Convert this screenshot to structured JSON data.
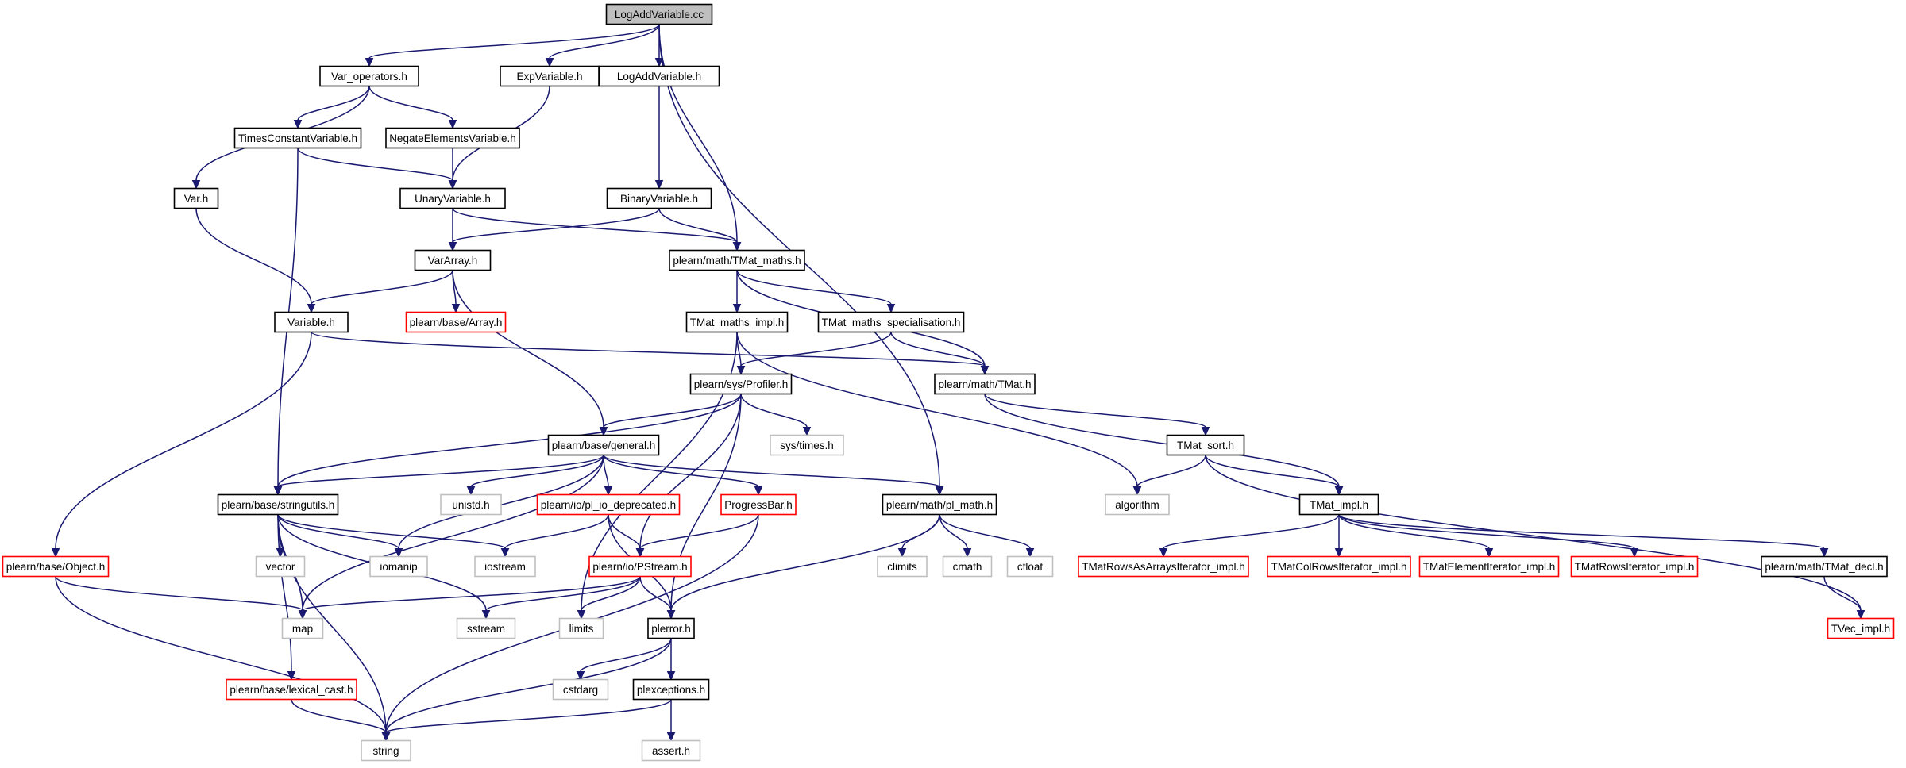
{
  "colors": {
    "edge": "#191970",
    "border_normal": "#000000",
    "border_red": "#ff0000",
    "border_gray": "#bfbfbf",
    "fill_root": "#bfbfbf",
    "fill": "#ffffff"
  },
  "nodes": [
    {
      "id": "n0",
      "label": "LogAddVariable.cc",
      "style": "root"
    },
    {
      "id": "n1",
      "label": "Var_operators.h",
      "style": "normal"
    },
    {
      "id": "n2",
      "label": "ExpVariable.h",
      "style": "normal"
    },
    {
      "id": "n3",
      "label": "LogAddVariable.h",
      "style": "normal"
    },
    {
      "id": "n4",
      "label": "TimesConstantVariable.h",
      "style": "normal"
    },
    {
      "id": "n5",
      "label": "NegateElementsVariable.h",
      "style": "normal"
    },
    {
      "id": "n6",
      "label": "Var.h",
      "style": "normal"
    },
    {
      "id": "n7",
      "label": "UnaryVariable.h",
      "style": "normal"
    },
    {
      "id": "n8",
      "label": "BinaryVariable.h",
      "style": "normal"
    },
    {
      "id": "n9",
      "label": "VarArray.h",
      "style": "normal"
    },
    {
      "id": "n10",
      "label": "plearn/math/TMat_maths.h",
      "style": "normal"
    },
    {
      "id": "n11",
      "label": "Variable.h",
      "style": "normal"
    },
    {
      "id": "n12",
      "label": "plearn/base/Array.h",
      "style": "red"
    },
    {
      "id": "n13",
      "label": "TMat_maths_impl.h",
      "style": "normal"
    },
    {
      "id": "n14",
      "label": "TMat_maths_specialisation.h",
      "style": "normal"
    },
    {
      "id": "n15",
      "label": "plearn/sys/Profiler.h",
      "style": "normal"
    },
    {
      "id": "n16",
      "label": "plearn/math/TMat.h",
      "style": "normal"
    },
    {
      "id": "n17",
      "label": "sys/times.h",
      "style": "gray"
    },
    {
      "id": "n18",
      "label": "plearn/base/general.h",
      "style": "normal"
    },
    {
      "id": "n19",
      "label": "TMat_sort.h",
      "style": "normal"
    },
    {
      "id": "n20",
      "label": "plearn/base/stringutils.h",
      "style": "normal"
    },
    {
      "id": "n21",
      "label": "unistd.h",
      "style": "gray"
    },
    {
      "id": "n22",
      "label": "plearn/io/pl_io_deprecated.h",
      "style": "red"
    },
    {
      "id": "n23",
      "label": "ProgressBar.h",
      "style": "red"
    },
    {
      "id": "n24",
      "label": "plearn/math/pl_math.h",
      "style": "normal"
    },
    {
      "id": "n25",
      "label": "algorithm",
      "style": "gray"
    },
    {
      "id": "n26",
      "label": "TMat_impl.h",
      "style": "normal"
    },
    {
      "id": "n27",
      "label": "plearn/base/Object.h",
      "style": "red"
    },
    {
      "id": "n28",
      "label": "vector",
      "style": "gray"
    },
    {
      "id": "n29",
      "label": "iomanip",
      "style": "gray"
    },
    {
      "id": "n30",
      "label": "iostream",
      "style": "gray"
    },
    {
      "id": "n31",
      "label": "plearn/io/PStream.h",
      "style": "red"
    },
    {
      "id": "n32",
      "label": "climits",
      "style": "gray"
    },
    {
      "id": "n33",
      "label": "cmath",
      "style": "gray"
    },
    {
      "id": "n34",
      "label": "cfloat",
      "style": "gray"
    },
    {
      "id": "n35",
      "label": "TMatRowsAsArraysIterator_impl.h",
      "style": "red"
    },
    {
      "id": "n36",
      "label": "TMatColRowsIterator_impl.h",
      "style": "red"
    },
    {
      "id": "n37",
      "label": "TMatElementIterator_impl.h",
      "style": "red"
    },
    {
      "id": "n38",
      "label": "TMatRowsIterator_impl.h",
      "style": "red"
    },
    {
      "id": "n39",
      "label": "plearn/math/TMat_decl.h",
      "style": "normal"
    },
    {
      "id": "n40",
      "label": "map",
      "style": "gray"
    },
    {
      "id": "n41",
      "label": "sstream",
      "style": "gray"
    },
    {
      "id": "n42",
      "label": "limits",
      "style": "gray"
    },
    {
      "id": "n43",
      "label": "plerror.h",
      "style": "normal"
    },
    {
      "id": "n44",
      "label": "TVec_impl.h",
      "style": "red"
    },
    {
      "id": "n45",
      "label": "cstdarg",
      "style": "gray"
    },
    {
      "id": "n46",
      "label": "plexceptions.h",
      "style": "normal"
    },
    {
      "id": "n47",
      "label": "plearn/base/lexical_cast.h",
      "style": "red"
    },
    {
      "id": "n48",
      "label": "string",
      "style": "gray"
    },
    {
      "id": "n49",
      "label": "assert.h",
      "style": "gray"
    }
  ],
  "edges": [
    [
      "n0",
      "n1"
    ],
    [
      "n0",
      "n2"
    ],
    [
      "n0",
      "n3"
    ],
    [
      "n0",
      "n10"
    ],
    [
      "n0",
      "n24"
    ],
    [
      "n1",
      "n4"
    ],
    [
      "n1",
      "n5"
    ],
    [
      "n1",
      "n6"
    ],
    [
      "n2",
      "n7"
    ],
    [
      "n3",
      "n8"
    ],
    [
      "n4",
      "n7"
    ],
    [
      "n4",
      "n20"
    ],
    [
      "n5",
      "n7"
    ],
    [
      "n6",
      "n11"
    ],
    [
      "n7",
      "n9"
    ],
    [
      "n7",
      "n10"
    ],
    [
      "n8",
      "n9"
    ],
    [
      "n8",
      "n10"
    ],
    [
      "n9",
      "n11"
    ],
    [
      "n9",
      "n12"
    ],
    [
      "n9",
      "n18"
    ],
    [
      "n10",
      "n13"
    ],
    [
      "n10",
      "n14"
    ],
    [
      "n10",
      "n16"
    ],
    [
      "n11",
      "n16"
    ],
    [
      "n11",
      "n27"
    ],
    [
      "n13",
      "n15"
    ],
    [
      "n13",
      "n25"
    ],
    [
      "n13",
      "n42"
    ],
    [
      "n14",
      "n15"
    ],
    [
      "n14",
      "n16"
    ],
    [
      "n15",
      "n17"
    ],
    [
      "n15",
      "n18"
    ],
    [
      "n15",
      "n20"
    ],
    [
      "n15",
      "n31"
    ],
    [
      "n15",
      "n43"
    ],
    [
      "n16",
      "n19"
    ],
    [
      "n16",
      "n26"
    ],
    [
      "n18",
      "n20"
    ],
    [
      "n18",
      "n21"
    ],
    [
      "n18",
      "n22"
    ],
    [
      "n18",
      "n23"
    ],
    [
      "n18",
      "n24"
    ],
    [
      "n18",
      "n29"
    ],
    [
      "n18",
      "n40"
    ],
    [
      "n19",
      "n25"
    ],
    [
      "n19",
      "n26"
    ],
    [
      "n19",
      "n44"
    ],
    [
      "n20",
      "n28"
    ],
    [
      "n20",
      "n29"
    ],
    [
      "n20",
      "n30"
    ],
    [
      "n20",
      "n40"
    ],
    [
      "n20",
      "n41"
    ],
    [
      "n20",
      "n47"
    ],
    [
      "n20",
      "n48"
    ],
    [
      "n22",
      "n30"
    ],
    [
      "n22",
      "n31"
    ],
    [
      "n22",
      "n43"
    ],
    [
      "n23",
      "n31"
    ],
    [
      "n23",
      "n48"
    ],
    [
      "n24",
      "n32"
    ],
    [
      "n24",
      "n33"
    ],
    [
      "n24",
      "n34"
    ],
    [
      "n24",
      "n43"
    ],
    [
      "n26",
      "n35"
    ],
    [
      "n26",
      "n36"
    ],
    [
      "n26",
      "n37"
    ],
    [
      "n26",
      "n38"
    ],
    [
      "n26",
      "n39"
    ],
    [
      "n27",
      "n40"
    ],
    [
      "n27",
      "n48"
    ],
    [
      "n31",
      "n40"
    ],
    [
      "n31",
      "n41"
    ],
    [
      "n31",
      "n42"
    ],
    [
      "n31",
      "n43"
    ],
    [
      "n39",
      "n44"
    ],
    [
      "n43",
      "n45"
    ],
    [
      "n43",
      "n46"
    ],
    [
      "n43",
      "n48"
    ],
    [
      "n46",
      "n48"
    ],
    [
      "n46",
      "n49"
    ],
    [
      "n47",
      "n48"
    ]
  ]
}
